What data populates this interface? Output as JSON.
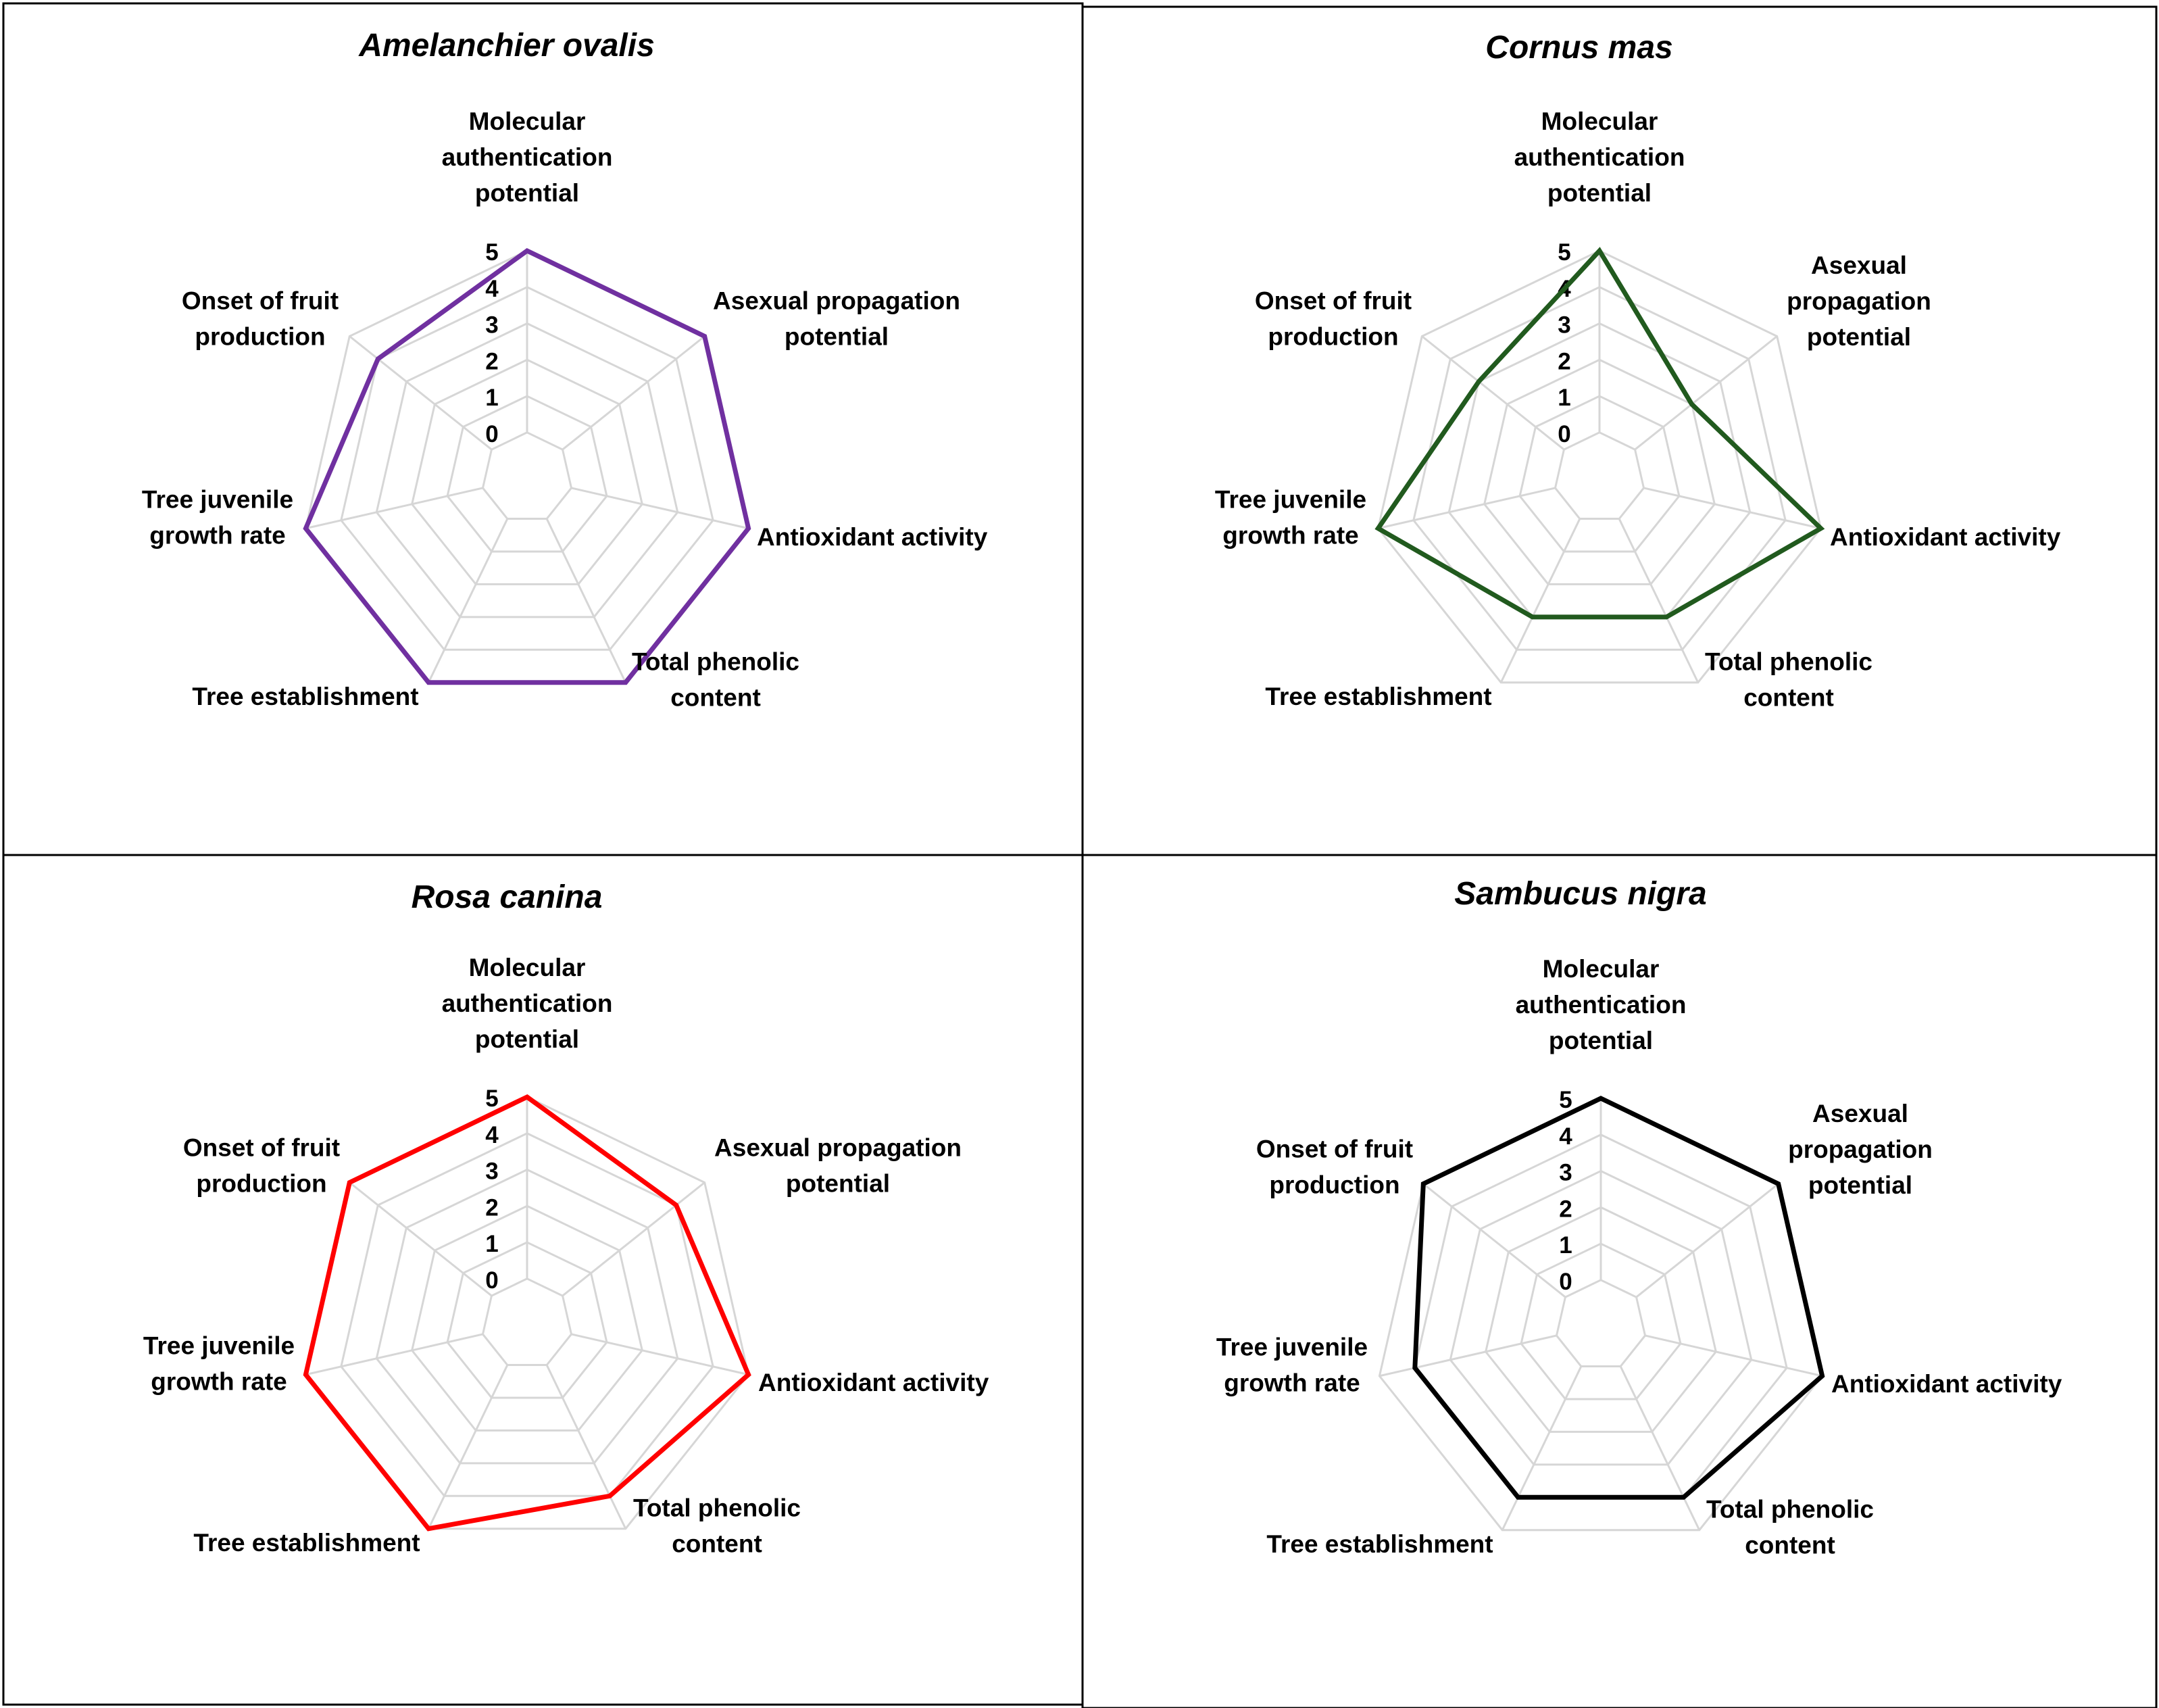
{
  "chart_data": [
    {
      "type": "radar",
      "title": "Amelanchier ovalis",
      "categories": [
        [
          "Molecular",
          "authentication",
          "potential"
        ],
        [
          "Asexual propagation",
          "potential"
        ],
        [
          "Antioxidant activity"
        ],
        [
          "Total phenolic",
          "content"
        ],
        [
          "Tree establishment"
        ],
        [
          "Tree juvenile",
          "growth rate"
        ],
        [
          "Onset of fruit",
          "production"
        ]
      ],
      "values": [
        5,
        5,
        5,
        5,
        5,
        5,
        4
      ],
      "rlim": [
        0,
        5
      ],
      "ticks": [
        "0",
        "1",
        "2",
        "3",
        "4",
        "5"
      ],
      "color": "#7030a0",
      "grid": true
    },
    {
      "type": "radar",
      "title": "Cornus mas",
      "categories": [
        [
          "Molecular",
          "authentication",
          "potential"
        ],
        [
          "Asexual",
          "propagation",
          "potential"
        ],
        [
          "Antioxidant activity"
        ],
        [
          "Total phenolic",
          "content"
        ],
        [
          "Tree establishment"
        ],
        [
          "Tree juvenile",
          "growth rate"
        ],
        [
          "Onset of fruit",
          "production"
        ]
      ],
      "values": [
        5,
        2,
        5,
        3,
        3,
        5,
        3
      ],
      "rlim": [
        0,
        5
      ],
      "ticks": [
        "0",
        "1",
        "2",
        "3",
        "4",
        "5"
      ],
      "color": "#215a1e",
      "grid": true
    },
    {
      "type": "radar",
      "title": "Rosa canina",
      "categories": [
        [
          "Molecular",
          "authentication",
          "potential"
        ],
        [
          "Asexual propagation",
          "potential"
        ],
        [
          "Antioxidant activity"
        ],
        [
          "Total phenolic",
          "content"
        ],
        [
          "Tree establishment"
        ],
        [
          "Tree juvenile",
          "growth rate"
        ],
        [
          "Onset of fruit",
          "production"
        ]
      ],
      "values": [
        5,
        4,
        5,
        4,
        5,
        5,
        5
      ],
      "rlim": [
        0,
        5
      ],
      "ticks": [
        "0",
        "1",
        "2",
        "3",
        "4",
        "5"
      ],
      "color": "#ff0000",
      "grid": true
    },
    {
      "type": "radar",
      "title": "Sambucus nigra",
      "categories": [
        [
          "Molecular",
          "authentication",
          "potential"
        ],
        [
          "Asexual",
          "propagation",
          "potential"
        ],
        [
          "Antioxidant activity"
        ],
        [
          "Total phenolic",
          "content"
        ],
        [
          "Tree establishment"
        ],
        [
          "Tree juvenile",
          "growth rate"
        ],
        [
          "Onset of fruit",
          "production"
        ]
      ],
      "values": [
        5,
        5,
        5,
        4,
        4,
        4,
        5
      ],
      "rlim": [
        0,
        5
      ],
      "ticks": [
        "0",
        "1",
        "2",
        "3",
        "4",
        "5"
      ],
      "color": "#000000",
      "grid": true
    }
  ]
}
